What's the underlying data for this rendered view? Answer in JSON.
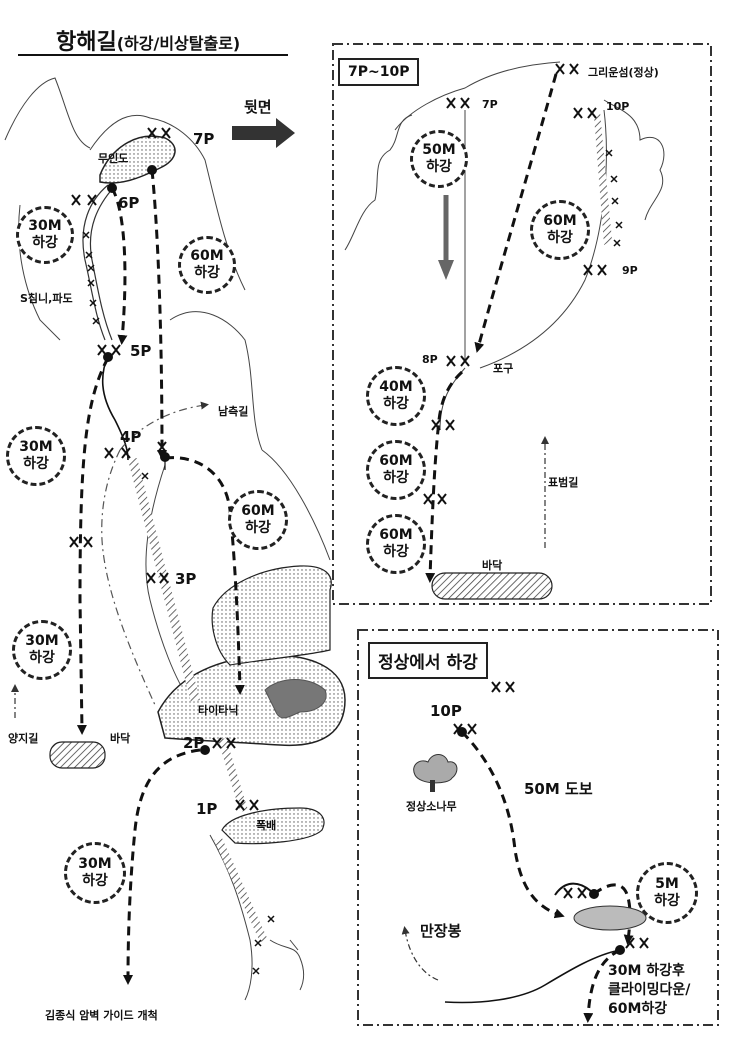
{
  "header": {
    "title": "항해길",
    "subtitle": "(하강/비상탈출로)",
    "back_side": "뒷면"
  },
  "main_map": {
    "pitches": [
      "7P",
      "6P",
      "5P",
      "4P",
      "3P",
      "2P",
      "1P"
    ],
    "places": {
      "island": "무인도",
      "s_chimney": "S침니,파도",
      "south_path": "남측길",
      "titanic": "타이타닉",
      "sunny_path": "양지길",
      "bottom": "바닥",
      "waterfall": "폭배"
    },
    "rappels": [
      "30M\n하강",
      "60M\n하강",
      "30M\n하강",
      "60M\n하강",
      "30M\n하강",
      "30M\n하강"
    ],
    "credit": "김종식 암벽 가이드 개척"
  },
  "inset_7p_10p": {
    "title": "7P~10P",
    "labels": {
      "p7": "7P",
      "shade_summit": "그리운섬(정상)",
      "p10": "10P",
      "p9": "9P",
      "p8": "8P",
      "port": "포구",
      "leopard_path": "표범길",
      "bottom": "바닥"
    },
    "rappels": [
      "50M\n하강",
      "60M\n하강",
      "40M\n하강",
      "60M\n하강",
      "60M\n하강"
    ]
  },
  "inset_summit": {
    "title": "정상에서 하강",
    "labels": {
      "p10": "10P",
      "walk": "50M 도보",
      "pine": "정상소나무",
      "manjang": "만장봉",
      "final": "30M 하강후\n클라이밍다운/\n60M하강"
    },
    "rappels": [
      "5M\n하강"
    ]
  },
  "colors": {
    "ink": "#111111",
    "arrow_gray": "#666666",
    "shade": "#888888"
  }
}
